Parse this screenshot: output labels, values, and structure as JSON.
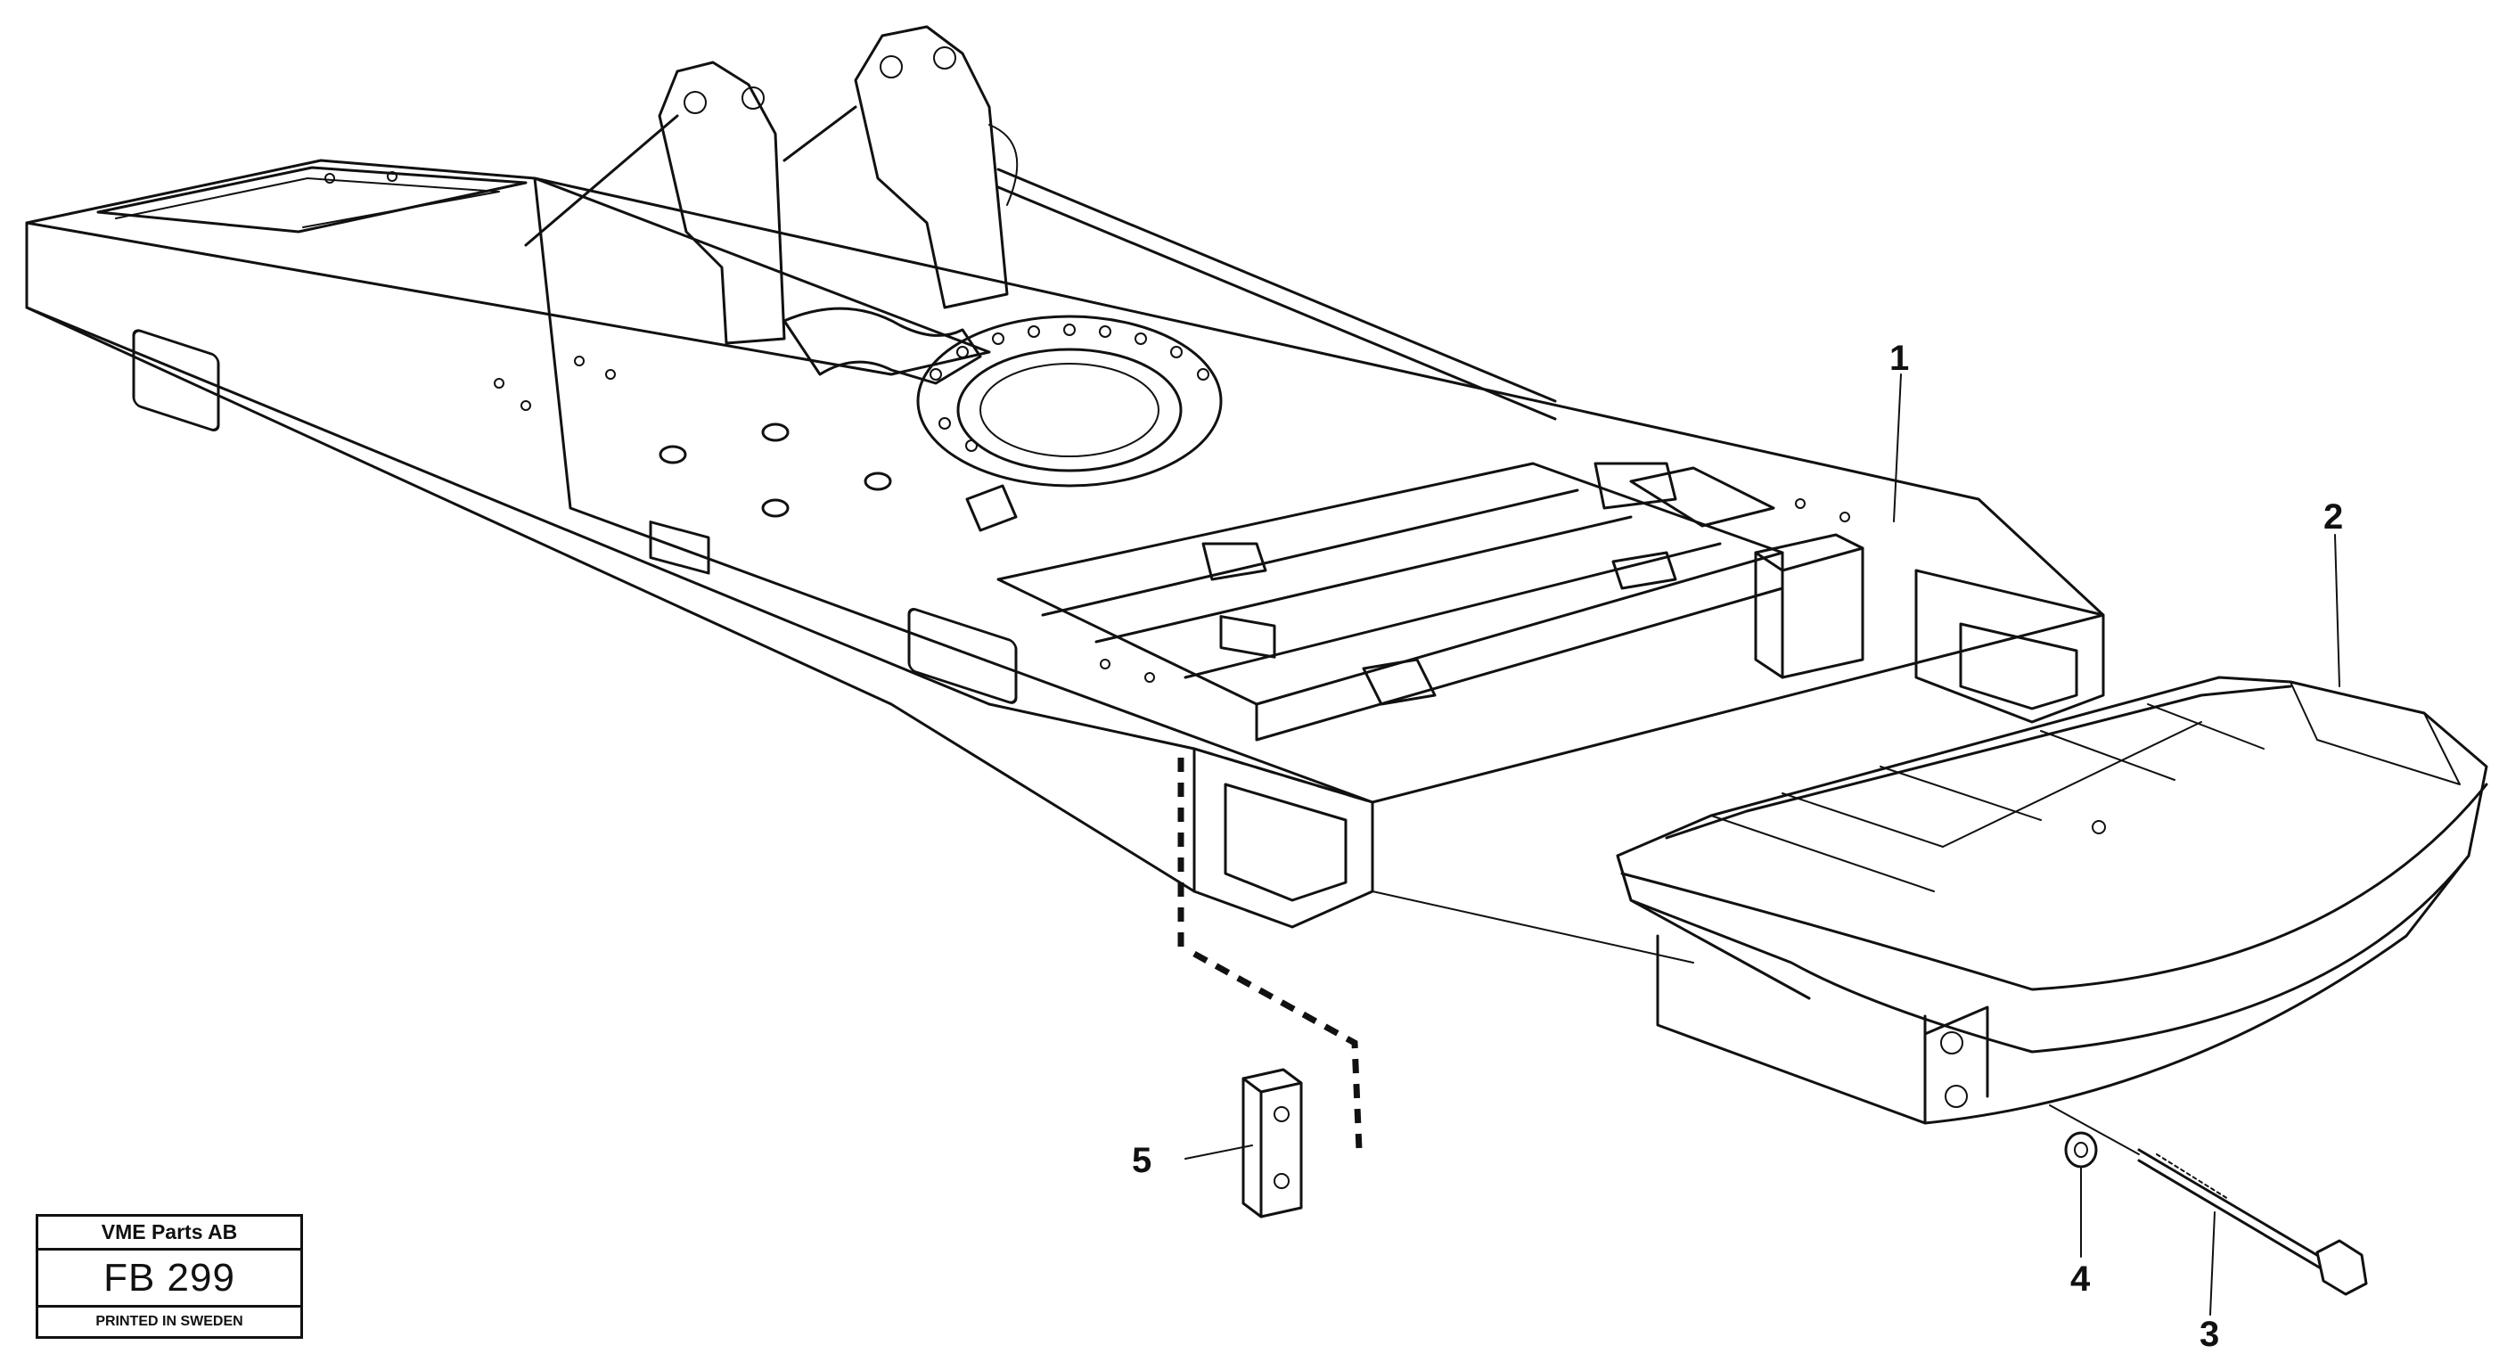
{
  "diagram": {
    "callouts": [
      {
        "id": "1",
        "label": "1"
      },
      {
        "id": "2",
        "label": "2"
      },
      {
        "id": "3",
        "label": "3"
      },
      {
        "id": "4",
        "label": "4"
      },
      {
        "id": "5",
        "label": "5"
      }
    ]
  },
  "title_block": {
    "company": "VME Parts AB",
    "code": "FB 299",
    "printed": "PRINTED IN SWEDEN"
  }
}
